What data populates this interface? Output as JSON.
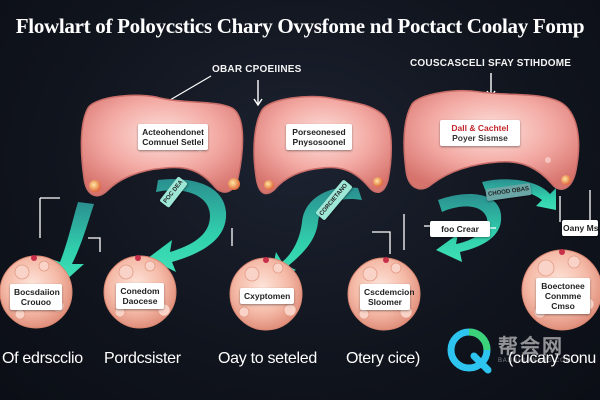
{
  "title": "Flowlart of Poloycstics Chary Ovysfome nd Poctact Coolay Fomp",
  "top_labels": {
    "left": "OBAR CPOEIINES",
    "right": "COUSCASCELI SFAY STIHDOME"
  },
  "organ_boxes": [
    {
      "line1": "Acteohendonet",
      "line2": "Comnuel Setlel"
    },
    {
      "line1": "Porseonesed",
      "line2": "Pnysosoonel"
    },
    {
      "line1": "Dall & Cachtel",
      "line2": "Poyer Sismse"
    }
  ],
  "arrow_labels": [
    {
      "text": "POC DEA"
    },
    {
      "text": "CORCIETANO"
    },
    {
      "text": "CHOOD OBAS"
    }
  ],
  "side_boxes": [
    {
      "text": "foo Crear"
    },
    {
      "text": "Oany Msso"
    }
  ],
  "follicle_boxes": [
    {
      "line1": "Bocsdaiion",
      "line2": "Crouoo"
    },
    {
      "line1": "Conedom",
      "line2": "Daocese"
    },
    {
      "line1": "Cxyptomen",
      "line2": ""
    },
    {
      "line1": "Cscdemcion",
      "line2": "Sloomer"
    },
    {
      "line1": "Boectonee",
      "line2": "Conmme",
      "line3": "Cmso"
    }
  ],
  "captions": [
    "Of edrscclio",
    "Pordcsister",
    "Oay to seteled",
    "Otery cice)",
    "(cucary sonu"
  ],
  "watermark": {
    "text": "帮会网",
    "sub": "BANGHUIWANG.COM"
  },
  "colors": {
    "background": "#10141d",
    "organ": "#f2a5a0",
    "organ_edge": "#c96d68",
    "follicle": "#f3b9a6",
    "arrow": "#2cc6a6",
    "arrow_dark": "#1e7f86",
    "label_red": "#c2272d"
  }
}
